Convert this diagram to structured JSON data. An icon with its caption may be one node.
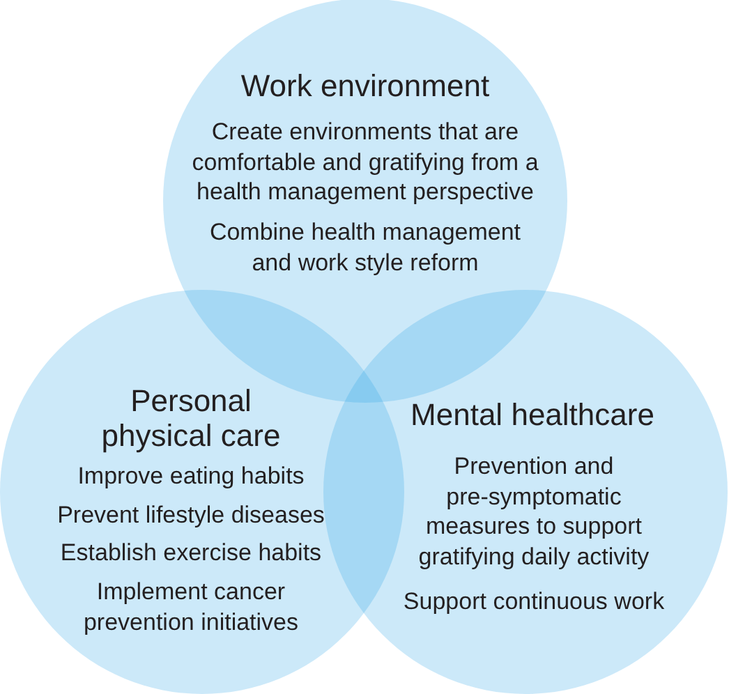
{
  "diagram": {
    "nodes": [
      {
        "text": [
          "Work environment",
          "Create environments that are comfortable and gratifying from a health management perspective",
          "Combine health management and work style reform"
        ]
      },
      {
        "text": [
          "Personal physical care",
          "Improve eating habits",
          "Prevent lifestyle diseases",
          "Establish exercise habits",
          "Implement cancer prevention initiatives"
        ]
      },
      {
        "text": [
          "Mental healthcare",
          "Prevention and pre-symptomatic measures to support gratifying daily activity",
          "Support continuous work"
        ]
      }
    ]
  }
}
